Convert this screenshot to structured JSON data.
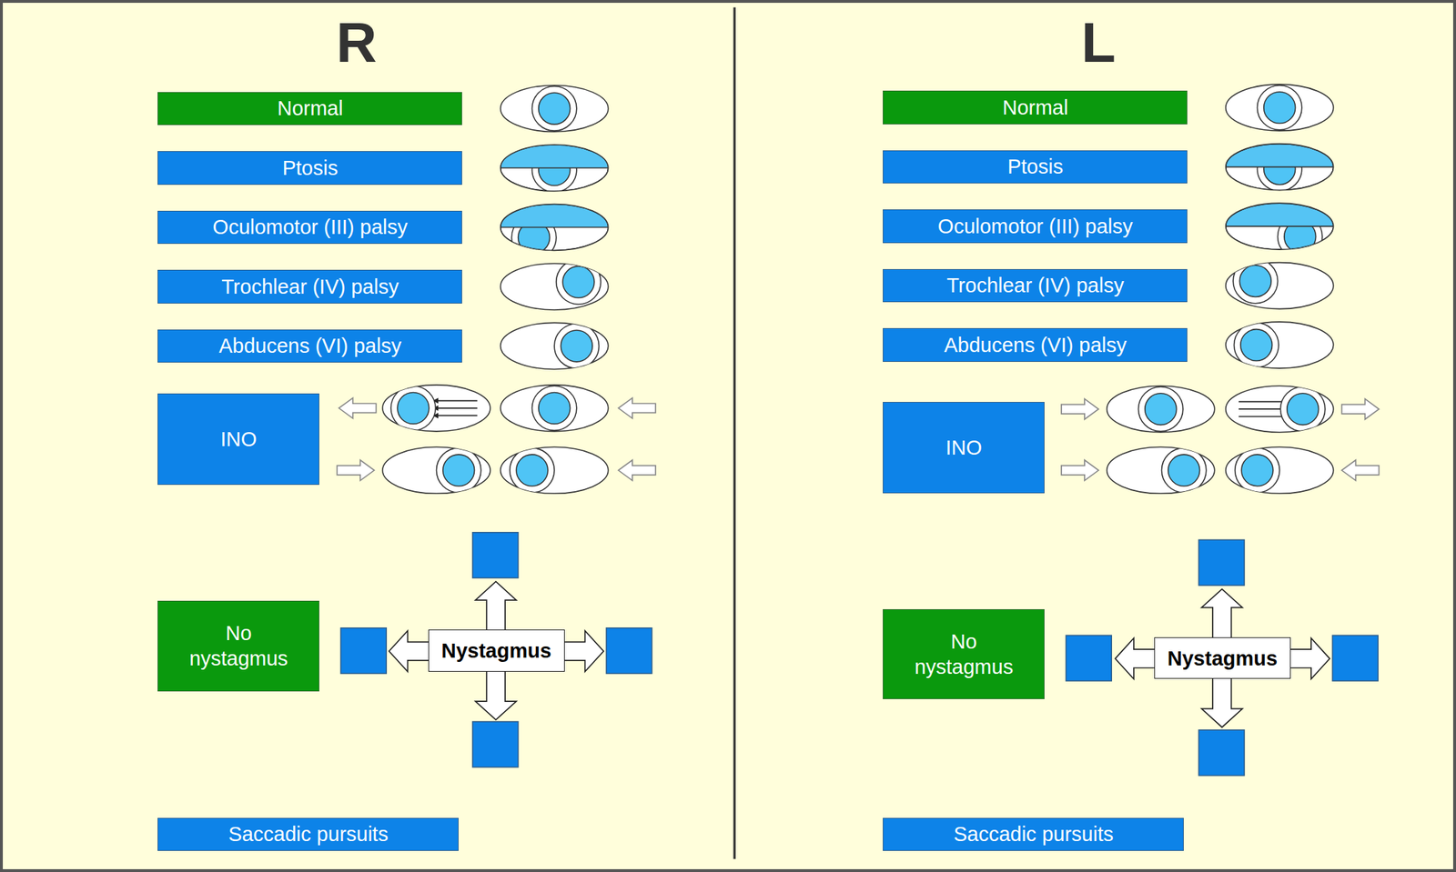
{
  "diagram": {
    "nodes": [
      {
        "text": [
          "Normal"
        ]
      },
      {
        "text": [
          "Ptosis"
        ]
      },
      {
        "text": [
          "Oculomotor (III) palsy"
        ]
      },
      {
        "text": [
          "Trochlear (IV) palsy"
        ]
      },
      {
        "text": [
          "Abducens (VI) palsy"
        ]
      },
      {
        "text": [
          "INO"
        ]
      },
      {
        "text": [
          "No nystagmus"
        ]
      },
      {
        "text": [
          "Nystagmus"
        ]
      },
      {
        "text": [
          "Saccadic pursuits"
        ]
      },
      {
        "text": [
          "Normal"
        ]
      },
      {
        "text": [
          "Ptosis"
        ]
      },
      {
        "text": [
          "Oculomotor (III) palsy"
        ]
      },
      {
        "text": [
          "Trochlear (IV) palsy"
        ]
      },
      {
        "text": [
          "Abducens (VI) palsy"
        ]
      },
      {
        "text": [
          "INO"
        ]
      },
      {
        "text": [
          "No nystagmus"
        ]
      },
      {
        "text": [
          "Nystagmus"
        ]
      },
      {
        "text": [
          "Saccadic pursuits"
        ]
      }
    ],
    "labels": [
      "R",
      "L"
    ]
  }
}
